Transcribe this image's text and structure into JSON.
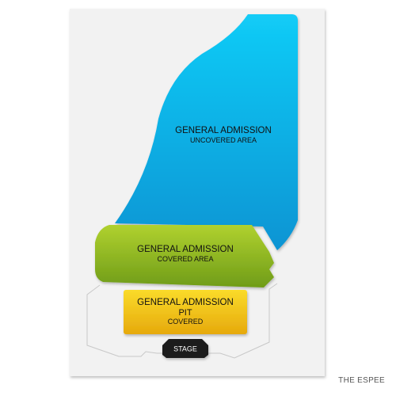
{
  "venue": {
    "name": "THE ESPEE"
  },
  "sections": {
    "uncovered": {
      "line1": "GENERAL ADMISSION",
      "line2": "UNCOVERED AREA",
      "color": "#0ea5dc"
    },
    "covered": {
      "line1": "GENERAL ADMISSION",
      "line2": "COVERED AREA",
      "color": "#8db82a"
    },
    "pit": {
      "line1": "GENERAL ADMISSION",
      "line2": "PIT",
      "line3": "COVERED",
      "color": "#f2c414"
    },
    "stage": {
      "label": "STAGE",
      "color": "#1e1e1e"
    }
  },
  "colors": {
    "page": "#ffffff",
    "card": "#f2f2f2",
    "outline": "#c8c8c8"
  }
}
